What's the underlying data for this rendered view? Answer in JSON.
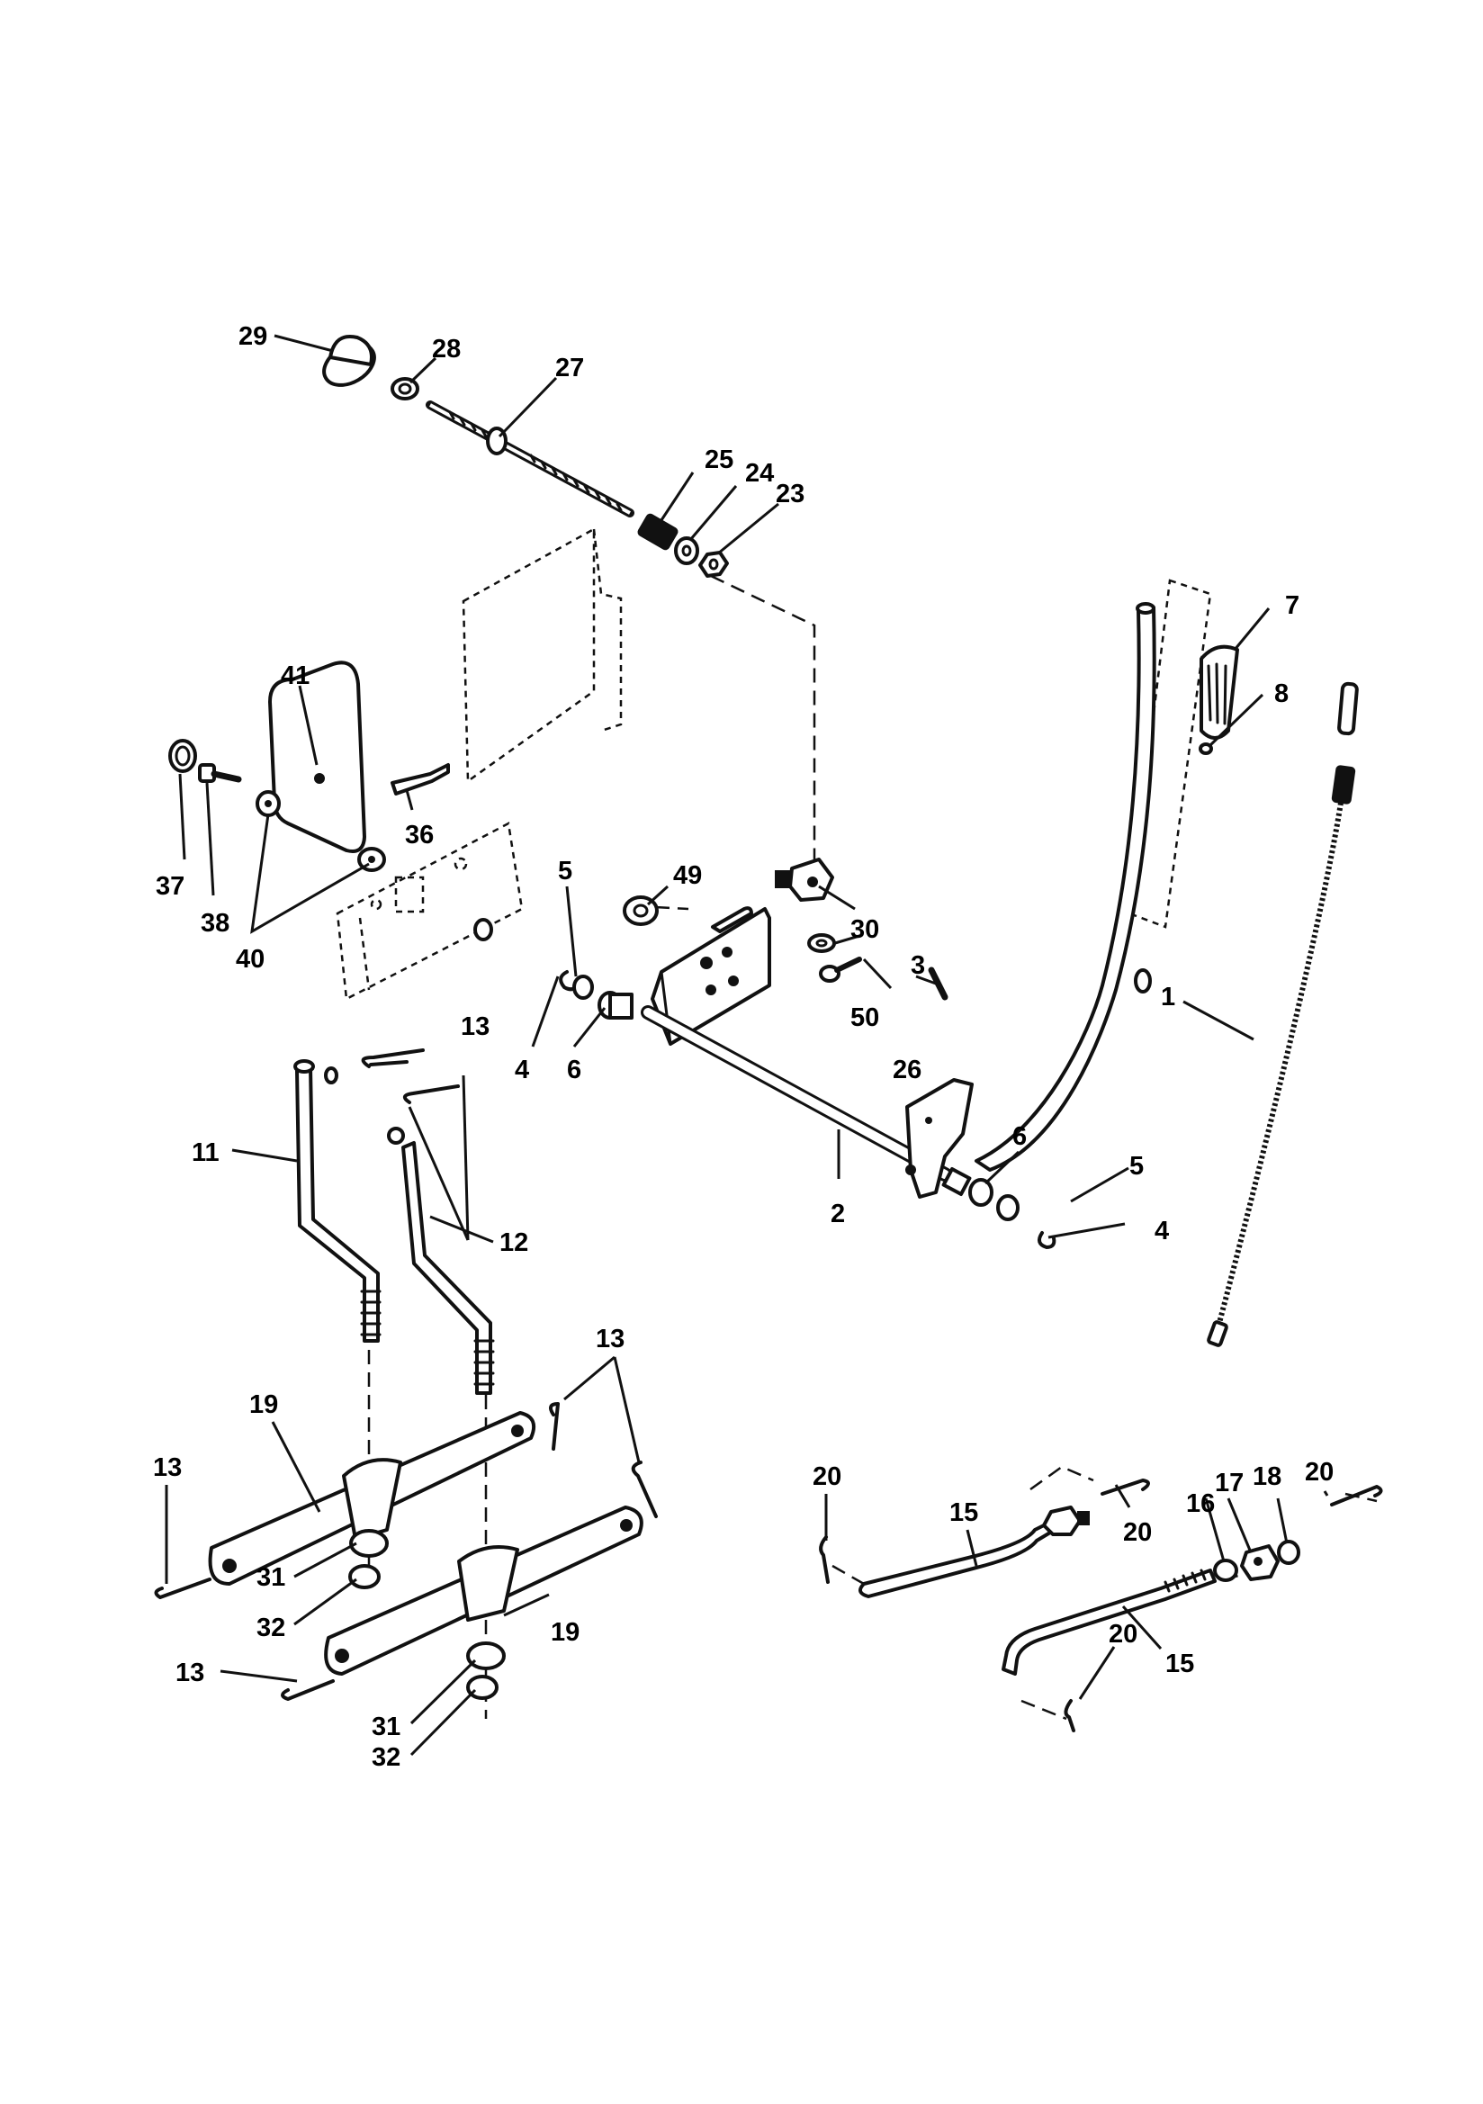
{
  "callouts": {
    "c1": "1",
    "c2": "2",
    "c3": "3",
    "c4a": "4",
    "c4b": "4",
    "c5a": "5",
    "c5b": "5",
    "c6a": "6",
    "c6b": "6",
    "c7": "7",
    "c8": "8",
    "c11": "11",
    "c12": "12",
    "c13a": "13",
    "c13b": "13",
    "c13c": "13",
    "c13d": "13",
    "c15a": "15",
    "c15b": "15",
    "c16": "16",
    "c17": "17",
    "c18": "18",
    "c19a": "19",
    "c19b": "19",
    "c20a": "20",
    "c20b": "20",
    "c20c": "20",
    "c20d": "20",
    "c23": "23",
    "c24": "24",
    "c25": "25",
    "c26": "26",
    "c27": "27",
    "c28": "28",
    "c29": "29",
    "c30": "30",
    "c31a": "31",
    "c31b": "31",
    "c32a": "32",
    "c32b": "32",
    "c36": "36",
    "c37": "37",
    "c38": "38",
    "c40": "40",
    "c41": "41",
    "c49": "49",
    "c50": "50"
  }
}
